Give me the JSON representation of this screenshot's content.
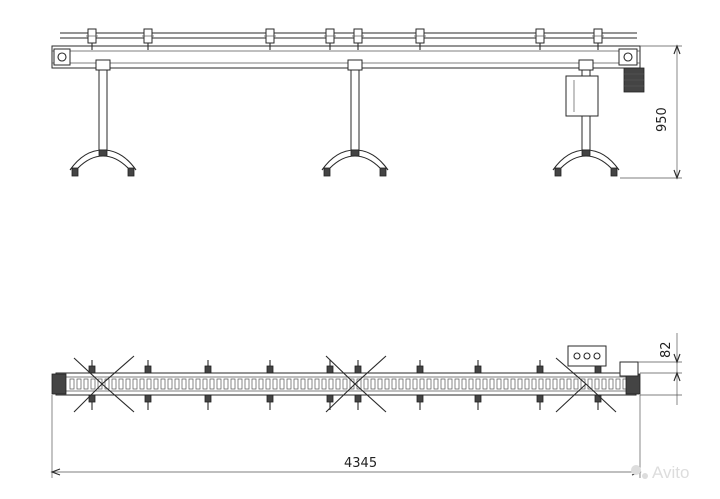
{
  "dimensions": {
    "height_label": "950",
    "width_label": "82",
    "length_label": "4345"
  },
  "watermark": {
    "text": "Avito"
  },
  "colors": {
    "line": "#2a2a2a",
    "background": "#ffffff",
    "watermark": "#dddddd"
  }
}
